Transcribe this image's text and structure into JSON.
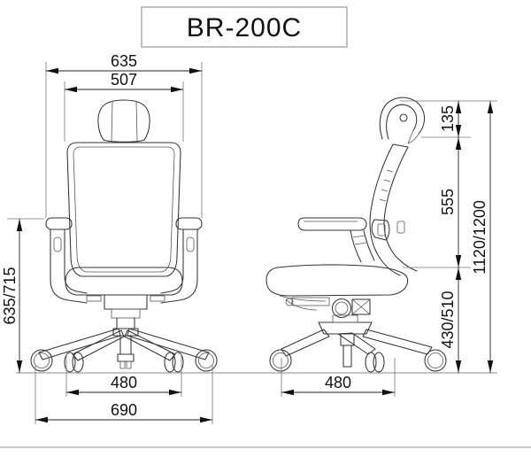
{
  "title": "BR-200C",
  "front_dimensions": {
    "overall_width": "635",
    "backrest_width": "507",
    "armrest_height": "635/715",
    "caster_span_inner": "480",
    "base_width": "690"
  },
  "side_dimensions": {
    "headrest_height": "135",
    "backrest_height": "555",
    "overall_height": "1120/1200",
    "seat_height": "430/510",
    "base_depth": "480"
  }
}
